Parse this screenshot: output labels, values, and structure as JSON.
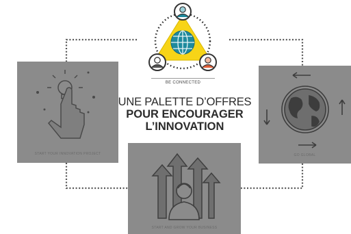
{
  "title": {
    "line1": "UNE PALETTE D’OFFRES",
    "line2": "POUR ENCOURAGER",
    "line3": "L’INNOVATION"
  },
  "cards": {
    "top": {
      "caption": "BE CONNECTED",
      "icon": "connected-globe-network-icon"
    },
    "left": {
      "caption": "START YOUR INNOVATION PROJECT",
      "icon": "lightbulb-hand-icon"
    },
    "right": {
      "caption": "GO GLOBAL",
      "icon": "globe-arrows-icon"
    },
    "bottom": {
      "caption": "START AND GROW YOUR BUSINESS",
      "icon": "person-growth-arrows-icon"
    }
  },
  "colors": {
    "accent_yellow": "#f7d417",
    "globe_teal": "#1f8a9e",
    "card_gray": "#8b8b8b",
    "dotted_line": "#555555",
    "person_red": "#e0603a"
  }
}
